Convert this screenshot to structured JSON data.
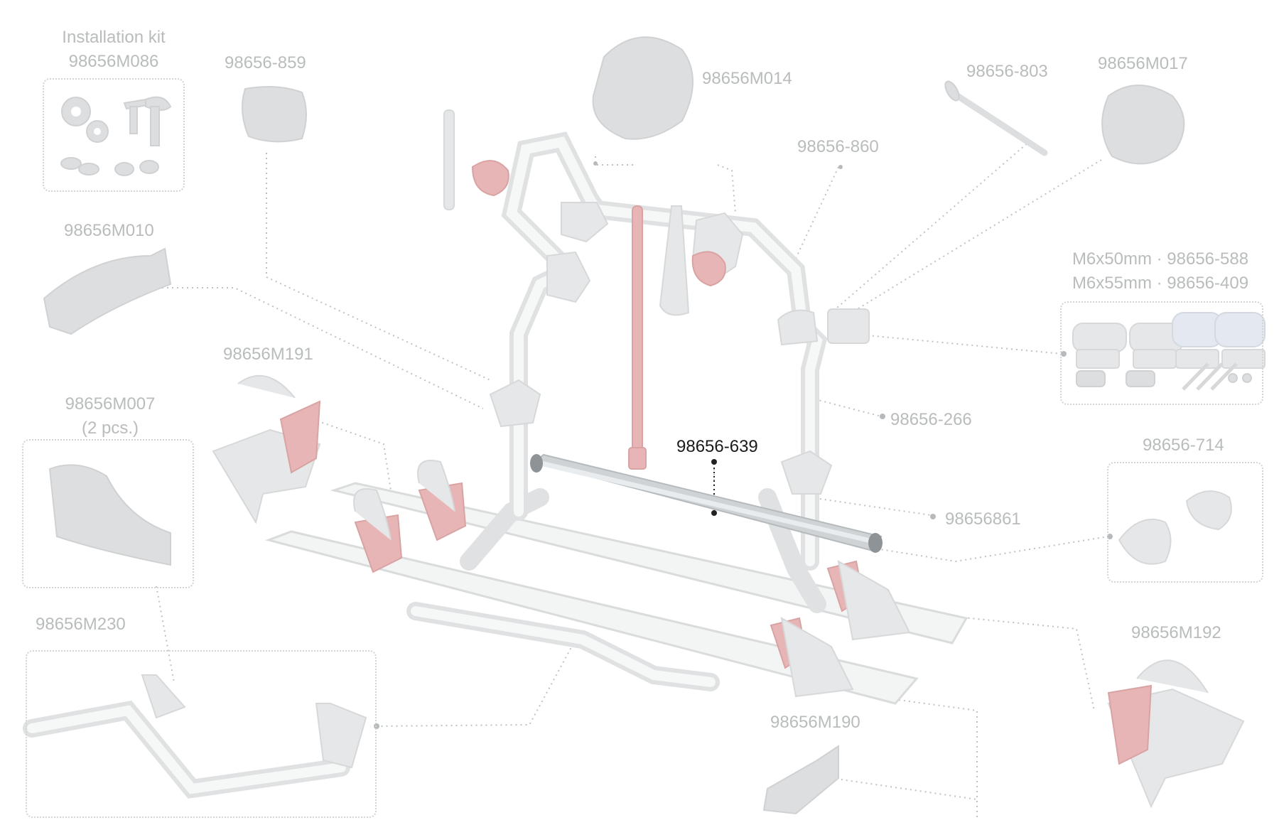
{
  "parts": [
    {
      "id": "installation-kit",
      "lines": [
        "Installation kit",
        "98656M086"
      ]
    },
    {
      "id": "part-98656-859",
      "lines": [
        "98656-859"
      ]
    },
    {
      "id": "part-98656M014",
      "lines": [
        "98656M014"
      ]
    },
    {
      "id": "part-98656-803",
      "lines": [
        "98656-803"
      ]
    },
    {
      "id": "part-98656M017",
      "lines": [
        "98656M017"
      ]
    },
    {
      "id": "part-98656-860",
      "lines": [
        "98656-860"
      ]
    },
    {
      "id": "part-98656M010",
      "lines": [
        "98656M010"
      ]
    },
    {
      "id": "part-screws",
      "lines": [
        "M6x50mm · 98656-588",
        "M6x55mm · 98656-409"
      ]
    },
    {
      "id": "part-98656M191",
      "lines": [
        "98656M191"
      ]
    },
    {
      "id": "part-98656M007",
      "lines": [
        "98656M007",
        "(2 pcs.)"
      ]
    },
    {
      "id": "part-98656-266",
      "lines": [
        "98656-266"
      ]
    },
    {
      "id": "part-98656-639",
      "lines": [
        "98656-639"
      ]
    },
    {
      "id": "part-98656-714",
      "lines": [
        "98656-714"
      ]
    },
    {
      "id": "part-98656861",
      "lines": [
        "98656861"
      ]
    },
    {
      "id": "part-98656M230",
      "lines": [
        "98656M230"
      ]
    },
    {
      "id": "part-98656M192",
      "lines": [
        "98656M192"
      ]
    },
    {
      "id": "part-98656M190",
      "lines": [
        "98656M190"
      ]
    }
  ],
  "highlighted_part": "98656-639",
  "colors": {
    "label": "#b9bcbd",
    "highlight_label": "#1b1b1b",
    "accent_red": "#e7b5b5"
  }
}
